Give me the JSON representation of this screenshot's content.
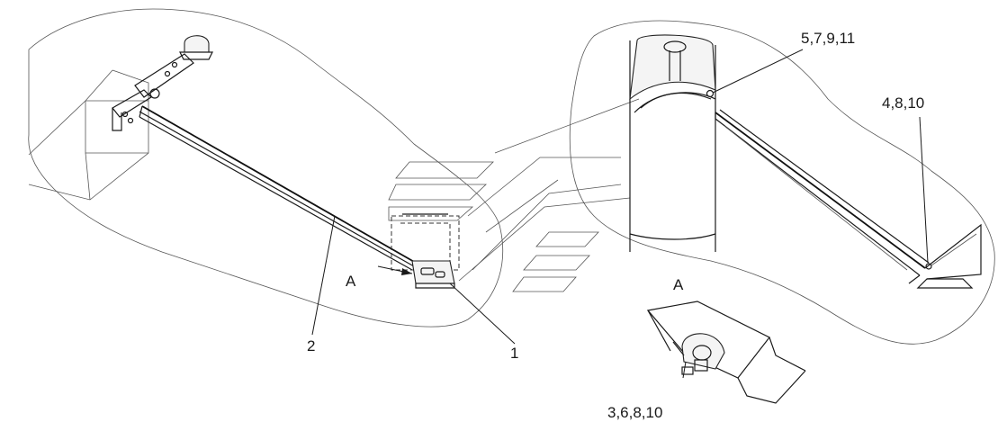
{
  "callouts": {
    "part_1": "1",
    "part_2": "2",
    "items_3_6_8_10": "3,6,8,10",
    "items_4_8_10": "4,8,10",
    "items_5_7_9_11": "5,7,9,11"
  },
  "view": {
    "arrow_label": "A",
    "detail_title": "A"
  }
}
